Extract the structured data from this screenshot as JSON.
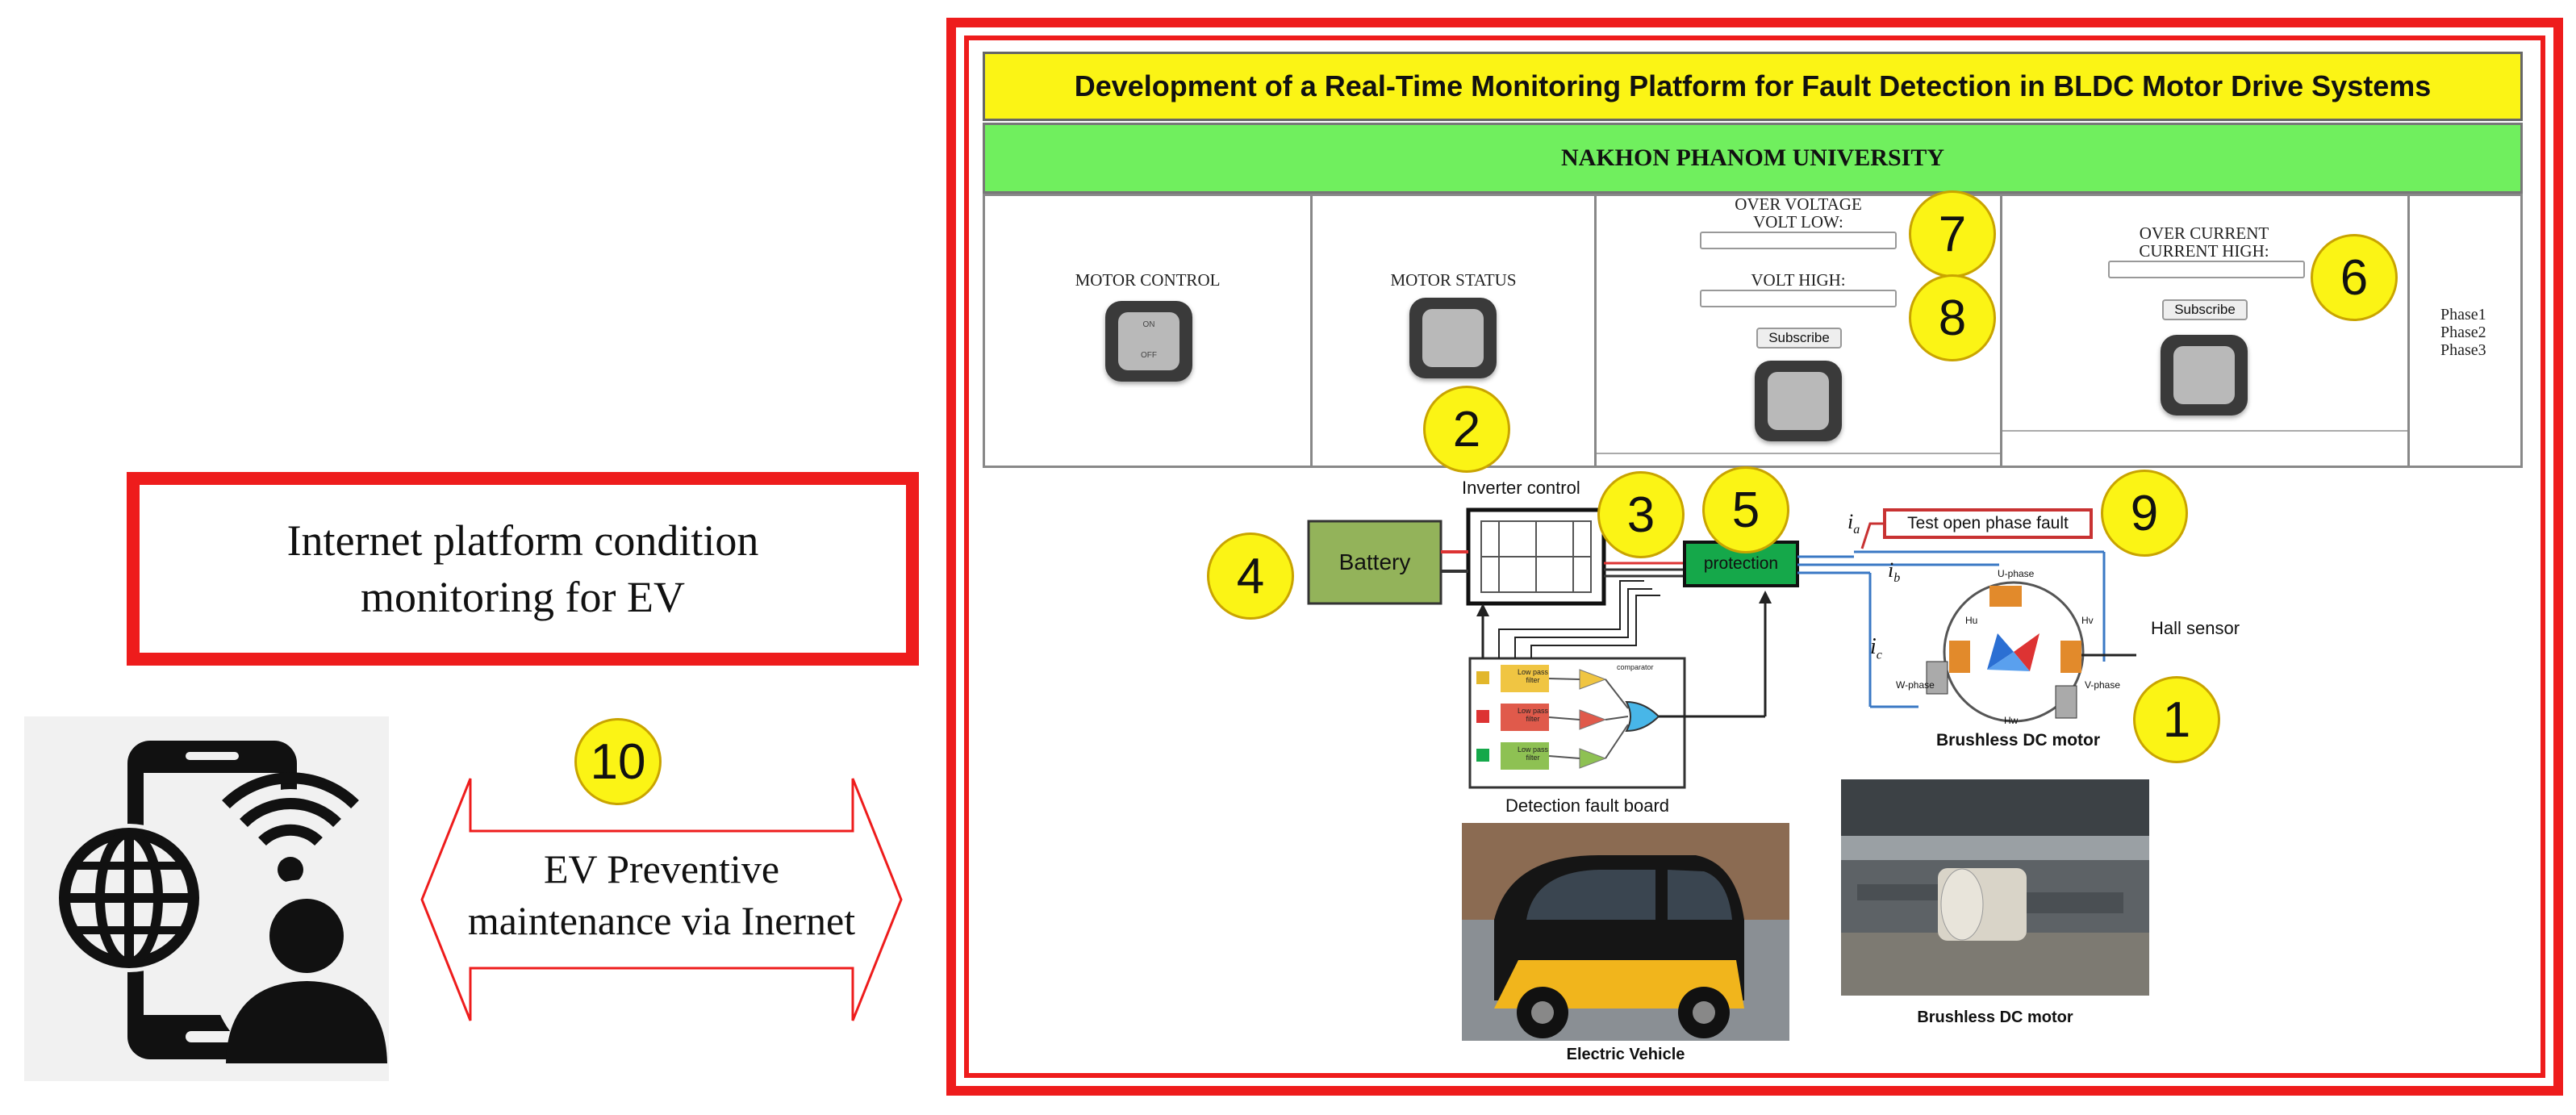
{
  "left": {
    "caption": {
      "line1": "Internet platform condition",
      "line2": "monitoring for EV"
    },
    "arrow": {
      "line1": "EV Preventive",
      "line2": "maintenance via Inernet"
    }
  },
  "dashboard": {
    "title": "Development of a Real-Time Monitoring Platform for Fault Detection in BLDC Motor Drive Systems",
    "university": "NAKHON PHANOM UNIVERSITY",
    "motor_control": {
      "label": "MOTOR CONTROL",
      "on": "ON",
      "off": "OFF"
    },
    "motor_status": {
      "label": "MOTOR STATUS"
    },
    "over_voltage": {
      "title": "OVER VOLTAGE",
      "low_label": "VOLT LOW:",
      "high_label": "VOLT HIGH:",
      "button": "Subscribe"
    },
    "over_current": {
      "title": "OVER CURRENT",
      "high_label": "CURRENT HIGH:",
      "button": "Subscribe"
    },
    "phases": [
      "Phase1",
      "Phase2",
      "Phase3"
    ]
  },
  "diagram": {
    "inverter_label": "Inverter control",
    "battery": "Battery",
    "protection": "protection",
    "test_fault": "Test open phase fault",
    "hall_sensor": "Hall sensor",
    "motor_label": "Brushless DC motor",
    "detection_label": "Detection fault board",
    "filter_label": "Low pass filter",
    "comparator": "comparator",
    "u_phase": "U-phase",
    "v_phase": "V-phase",
    "w_phase": "W-phase",
    "ia": "i",
    "ia_sub": "a",
    "ib": "i",
    "ib_sub": "b",
    "ic": "i",
    "ic_sub": "c",
    "hu": "Hu",
    "hv": "Hv",
    "hw": "Hw"
  },
  "photos": {
    "vehicle_caption": "Electric Vehicle",
    "motor_caption": "Brushless DC motor"
  },
  "markers": [
    "1",
    "2",
    "3",
    "4",
    "5",
    "6",
    "7",
    "8",
    "9",
    "10"
  ],
  "colors": {
    "frame_red": "#ee1c1c",
    "title_yellow": "#fbf415",
    "uni_green": "#70ef5e",
    "battery_green": "#93b35a",
    "protection_green": "#15a84a",
    "marker_yellow": "#fbf415"
  }
}
